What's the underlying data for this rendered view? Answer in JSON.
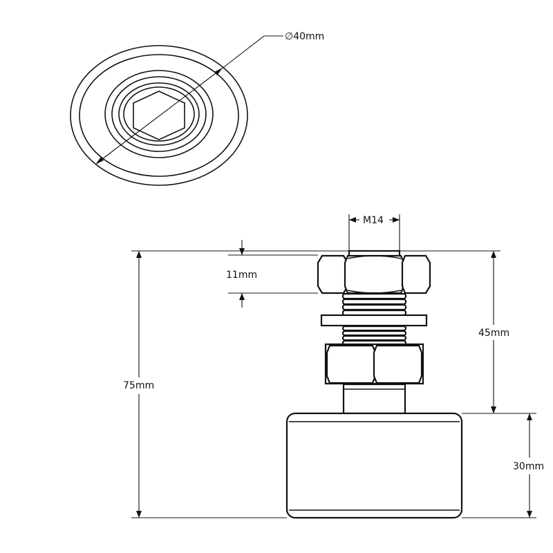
{
  "top_view": {
    "diameter_label": "∅40mm"
  },
  "side_view": {
    "thread_label": "M14",
    "nut_height_label": "11mm",
    "total_height_label": "75mm",
    "stud_height_label": "45mm",
    "pad_height_label": "30mm"
  },
  "colors": {
    "line": "#111111",
    "background": "#ffffff"
  }
}
